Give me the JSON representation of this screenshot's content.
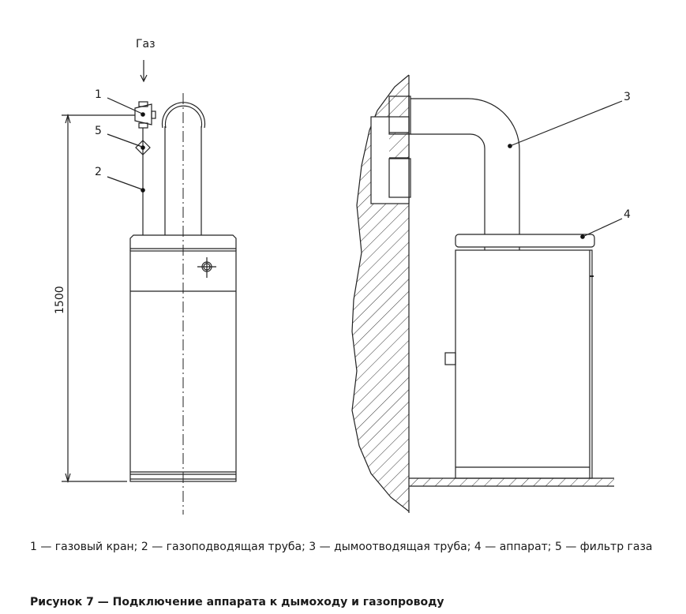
{
  "figure": {
    "gas_label": "Газ",
    "dimension": "1500",
    "callouts": [
      "1",
      "2",
      "3",
      "4",
      "5"
    ],
    "legend": "1 — газовый кран; 2 — газоподводящая труба; 3 — дымоотводящая труба; 4 — аппарат; 5 — фильтр газа",
    "title": "Рисунок 7 — Подключение аппарата к дымоходу и газопроводу"
  }
}
